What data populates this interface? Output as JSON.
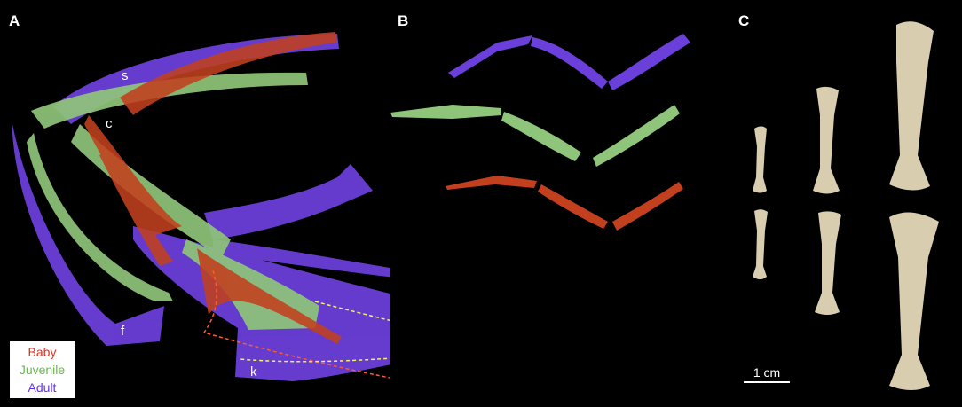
{
  "panels": {
    "a": {
      "letter": "A"
    },
    "b": {
      "letter": "B"
    },
    "c": {
      "letter": "C"
    }
  },
  "bone_labels": {
    "scapula": "s",
    "coracoid": "c",
    "furcula": "f",
    "keel": "k"
  },
  "legend": {
    "baby": {
      "label": "Baby",
      "color": "#e0301e"
    },
    "juvenile": {
      "label": "Juvenile",
      "color": "#66bb44"
    },
    "adult": {
      "label": "Adult",
      "color": "#6633ee"
    }
  },
  "scale_bar": {
    "label": "1 cm"
  },
  "colors": {
    "background": "#000000",
    "adult_bone": "#6b3fd9",
    "juvenile_bone": "#8fc57a",
    "baby_bone": "#c2401e",
    "real_bone": "#d9cdb0"
  }
}
